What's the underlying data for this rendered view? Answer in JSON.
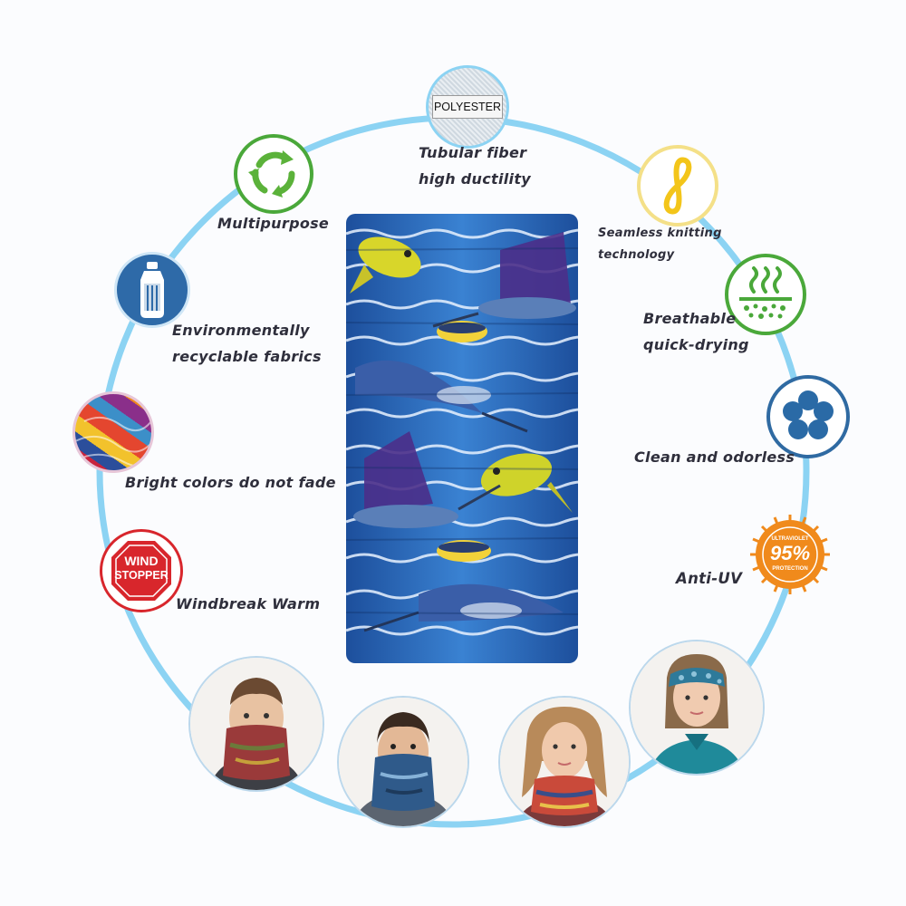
{
  "features": {
    "polyester": {
      "badge": "POLYESTER",
      "line1": "Tubular fiber",
      "line2": "high ductility",
      "icon": "polyester-fabric-icon"
    },
    "multipurpose": {
      "label": "Multipurpose",
      "icon": "recycle-arrows-icon"
    },
    "seamless": {
      "line1": "Seamless knitting",
      "line2": "technology",
      "icon": "infinity-loop-icon"
    },
    "recyclable": {
      "line1": "Environmentally",
      "line2": "recyclable fabrics",
      "icon": "plastic-bottle-icon"
    },
    "breathable": {
      "line1": "Breathable",
      "line2": "quick-drying",
      "icon": "steam-waves-icon"
    },
    "colors": {
      "label": "Bright colors do not fade",
      "icon": "colorful-fabric-icon"
    },
    "clean": {
      "label": "Clean and odorless",
      "icon": "flower-icon"
    },
    "windstopper": {
      "label": "Windbreak Warm",
      "badge_line1": "WIND",
      "badge_line2": "STOPPER",
      "icon": "windstopper-badge-icon"
    },
    "antiuv": {
      "label": "Anti-UV",
      "badge_top": "ULTRAVIOLET",
      "badge_value": "95%",
      "badge_bottom": "PROTECTION",
      "icon": "uv-sun-badge-icon"
    }
  },
  "product": {
    "name": "fish-print-neck-gaiter"
  },
  "models": [
    {
      "name": "model-man-face-mask"
    },
    {
      "name": "model-man-neck-gaiter"
    },
    {
      "name": "model-woman-scarf"
    },
    {
      "name": "model-woman-headband"
    }
  ],
  "colors": {
    "ring": "#8cd3f3",
    "label": "#2f2f3c",
    "ocean": "#2f6fc4",
    "green": "#4aa83a",
    "uv_orange": "#f08a1c",
    "wind_red": "#d8262c"
  }
}
